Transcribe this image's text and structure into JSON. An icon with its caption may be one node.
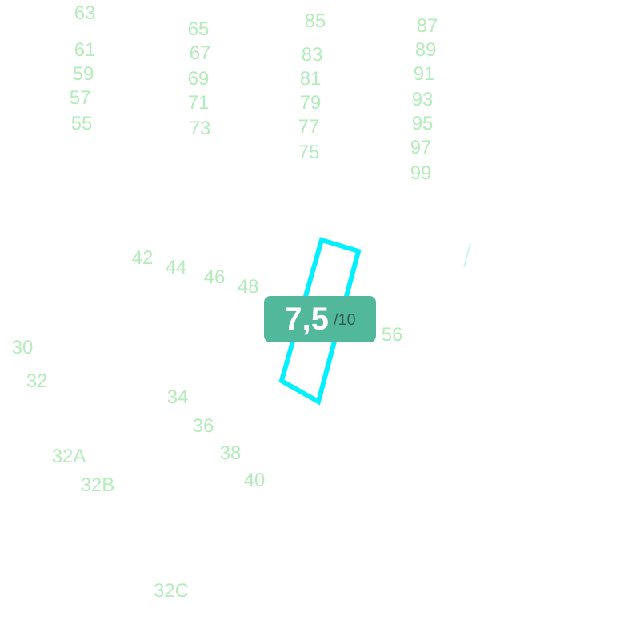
{
  "diagram": {
    "nodes": [
      {
        "text": [
          "7,5",
          "/10"
        ]
      }
    ],
    "edges": [],
    "labels": [
      "63",
      "65",
      "85",
      "87",
      "61",
      "67",
      "83",
      "89",
      "59",
      "69",
      "81",
      "91",
      "57",
      "71",
      "79",
      "93",
      "55",
      "73",
      "77",
      "95",
      "75",
      "97",
      "99",
      "42",
      "44",
      "46",
      "48",
      "56",
      "30",
      "32",
      "34",
      "36",
      "32A",
      "38",
      "32B",
      "40",
      "32C"
    ]
  }
}
